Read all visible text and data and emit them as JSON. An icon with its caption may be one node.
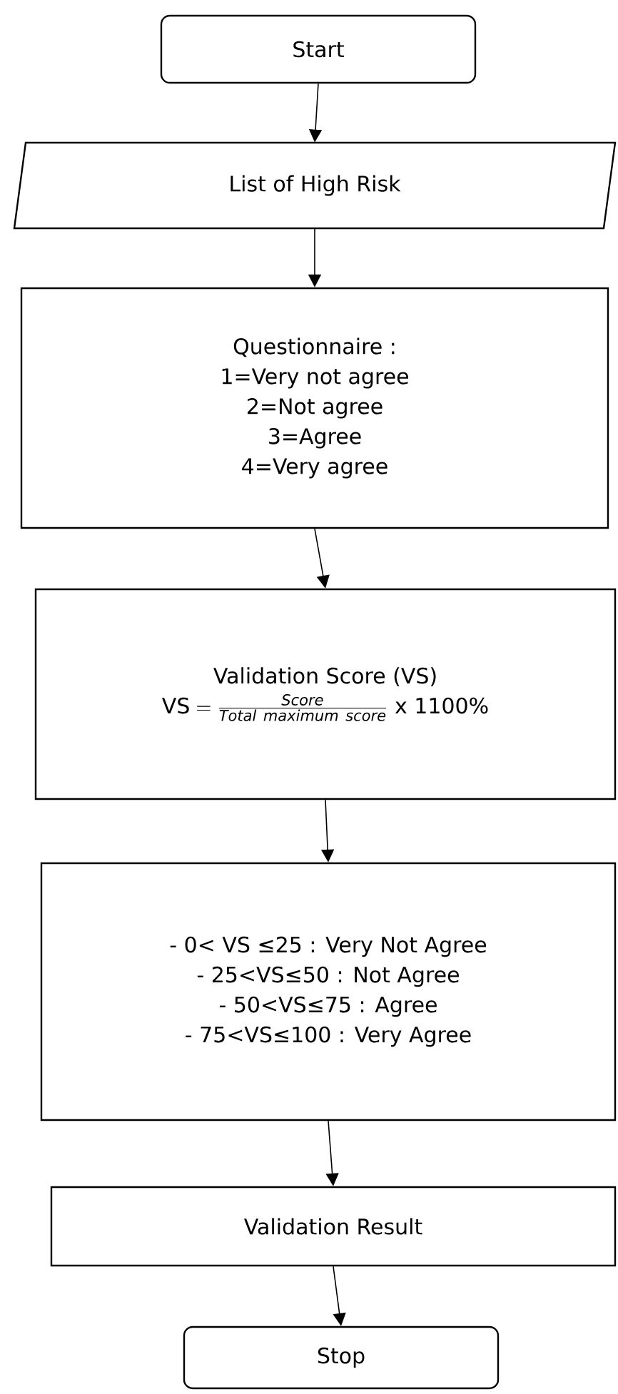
{
  "diagram": {
    "nodes": [
      {
        "text": [
          "Start"
        ]
      },
      {
        "text": [
          "List of High Risk"
        ]
      },
      {
        "text": [
          "Questionnaire :",
          "1=Very not agree",
          "2=Not agree",
          "3=Agree",
          "4=Very agree"
        ]
      },
      {
        "text": [
          "Validation Score (VS)",
          "\\mathrm{VS} = \\frac{\\mathit{Score}}{\\mathit{Total\\ maximum\\ score}}\\ \\text{x 1100\\%}"
        ]
      },
      {
        "text": [
          "-      0< VS ≤25 : Very Not Agree",
          "-      25<VS≤50 : Not Agree",
          "-      50<VS≤75 : Agree",
          "-      75<VS≤100 : Very Agree"
        ]
      },
      {
        "text": [
          "Validation Result"
        ]
      },
      {
        "text": [
          "Stop"
        ]
      }
    ],
    "edges": [
      {
        "from": 0,
        "to": 1,
        "arrow": "to"
      },
      {
        "from": 1,
        "to": 2,
        "arrow": "to"
      },
      {
        "from": 2,
        "to": 3,
        "arrow": "to"
      },
      {
        "from": 3,
        "to": 4,
        "arrow": "to"
      },
      {
        "from": 4,
        "to": 5,
        "arrow": "to"
      },
      {
        "from": 5,
        "to": 6,
        "arrow": "to"
      }
    ]
  }
}
